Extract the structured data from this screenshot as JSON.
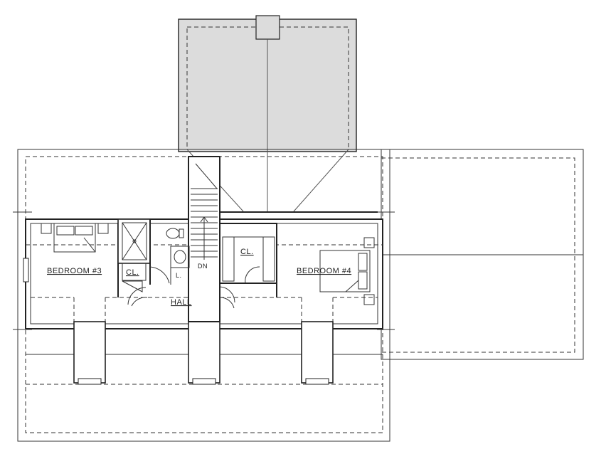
{
  "colors": {
    "line": "#222222",
    "roof_fill": "#dcdcdc",
    "background": "#ffffff"
  },
  "labels": {
    "bedroom_3": "BEDROOM #3",
    "bedroom_4": "BEDROOM #4",
    "hall": "HALL",
    "closet_left": "CL.",
    "closet_right": "CL.",
    "stair_dn": "DN",
    "linen": "L."
  }
}
